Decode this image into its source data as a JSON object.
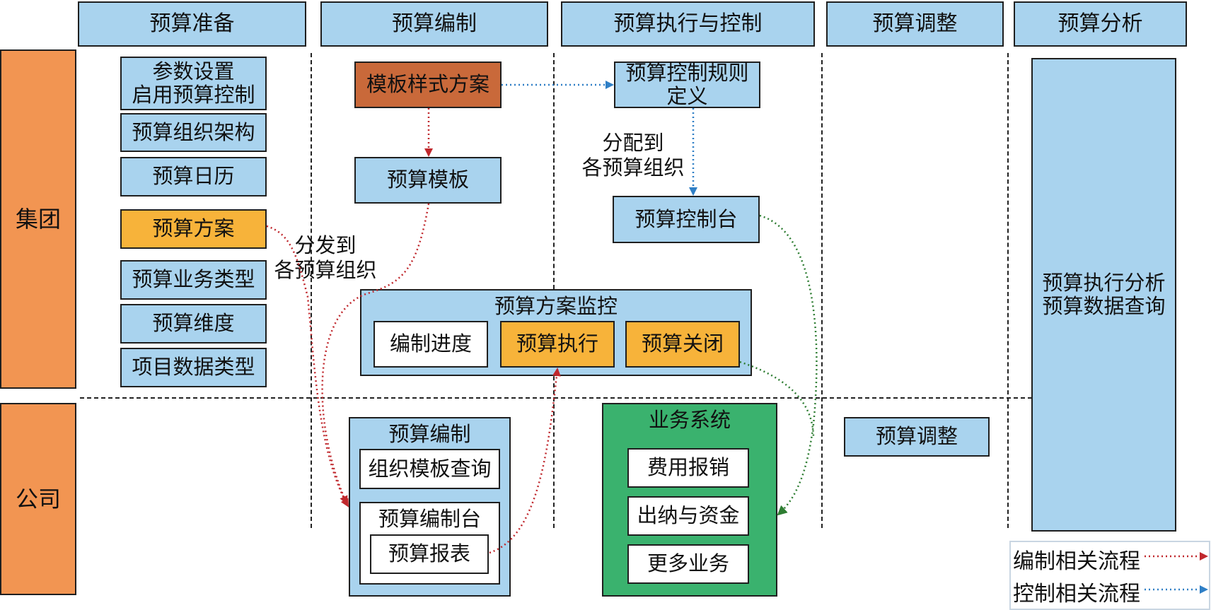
{
  "headers": {
    "prepare": "预算准备",
    "compile": "预算编制",
    "execute": "预算执行与控制",
    "adjust": "预算调整",
    "analyze": "预算分析"
  },
  "lanes": {
    "group": "集团",
    "company": "公司"
  },
  "prepare_items": {
    "params": "参数设置\n启用预算控制",
    "org": "预算组织架构",
    "calendar": "预算日历",
    "plan": "预算方案",
    "biz_type": "预算业务类型",
    "dimension": "预算维度",
    "project_type": "项目数据类型"
  },
  "compile_items": {
    "template_style": "模板样式方案",
    "template": "预算模板",
    "monitor_title": "预算方案监控",
    "progress": "编制进度",
    "execution": "预算执行",
    "close": "预算关闭",
    "company_compile_title": "预算编制",
    "org_template_query": "组织模板查询",
    "compile_desk_title": "预算编制台",
    "report": "预算报表"
  },
  "execute_items": {
    "control_rule": "预算控制规则\n定义",
    "control_desk": "预算控制台",
    "biz_system_title": "业务系统",
    "expense": "费用报销",
    "cashier": "出纳与资金",
    "more": "更多业务"
  },
  "adjust_items": {
    "adjust": "预算调整"
  },
  "analyze_items": {
    "analysis": "预算执行分析\n预算数据查询"
  },
  "annotations": {
    "distribute_plan": "分发到\n各预算组织",
    "assign_rule": "分配到\n各预算组织"
  },
  "legend": {
    "compile_flow": "编制相关流程",
    "control_flow": "控制相关流程"
  },
  "colors": {
    "blue_box": "#a9d3ee",
    "orange_box": "#f7b33a",
    "brown_box": "#c9693a",
    "green_box": "#3ab26e",
    "lane_orange": "#f29552",
    "compile_flow": "#c0282d",
    "control_flow": "#2f7fc6",
    "system_flow": "#2e7d32"
  }
}
